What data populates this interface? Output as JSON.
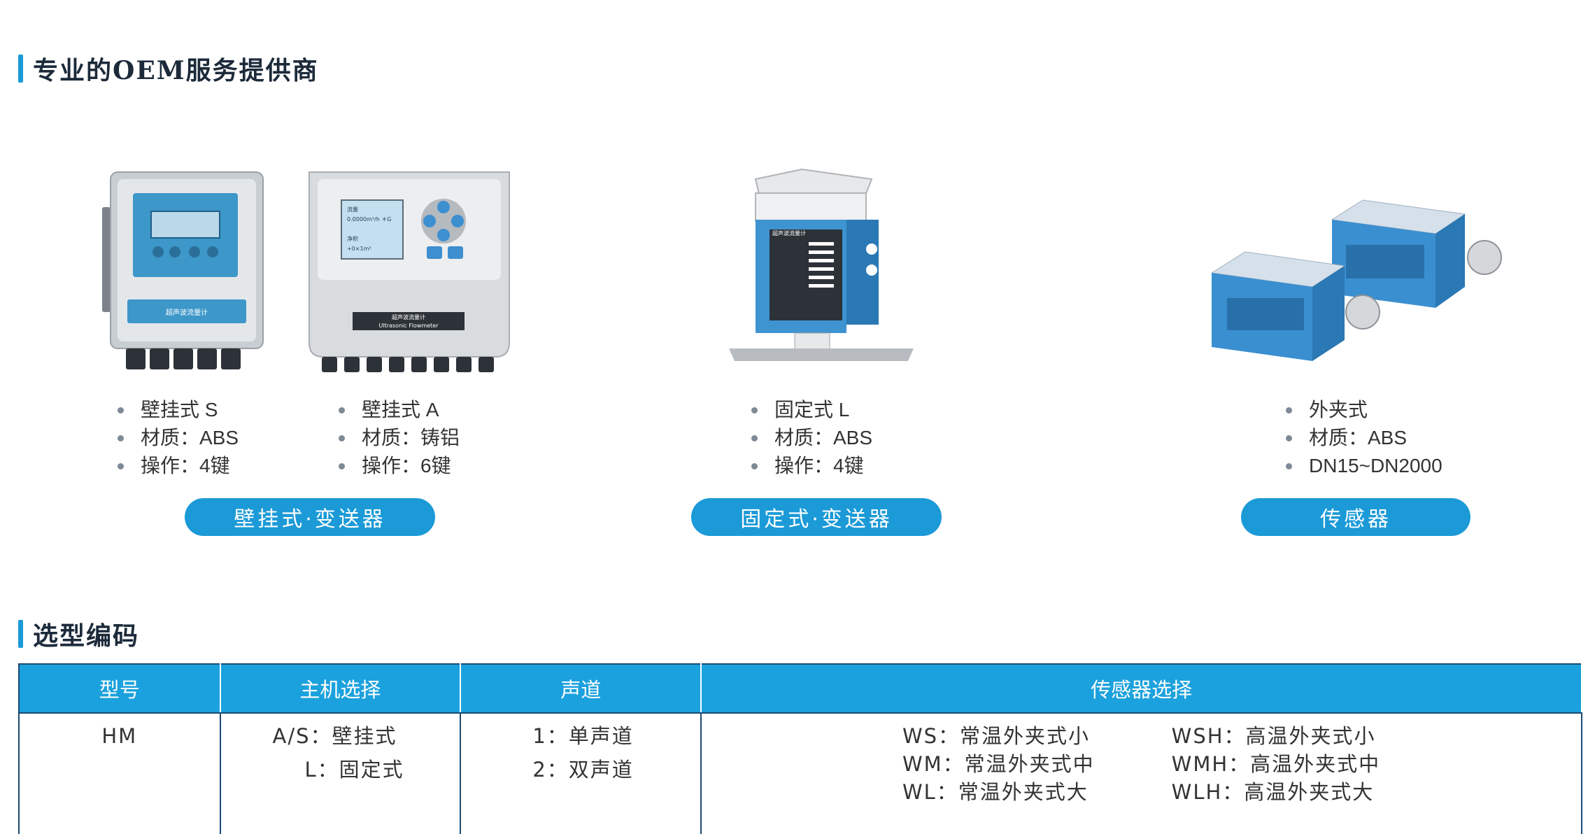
{
  "sections": {
    "oem_title": "专业的OEM服务提供商",
    "code_title": "选型编码"
  },
  "products": {
    "wall_s": {
      "specs": [
        "壁挂式 S",
        "材质：ABS",
        "操作：4键"
      ],
      "panel_label": "超声波流量计"
    },
    "wall_a": {
      "specs": [
        "壁挂式 A",
        "材质：铸铝",
        "操作：6键"
      ],
      "panel_label": "超声波流量计",
      "panel_label_en": "Ultrasonic Flowmeter",
      "lcd_line1": "流量",
      "lcd_line2": "0.0000m³/h ＊G",
      "lcd_line3": "净积",
      "lcd_line4": "+0×1m³"
    },
    "fixed_l": {
      "specs": [
        "固定式 L",
        "材质：ABS",
        "操作：4键"
      ],
      "panel_label": "超声波流量计"
    },
    "clamp": {
      "specs": [
        "外夹式",
        "材质：ABS",
        "DN15~DN2000"
      ]
    }
  },
  "pills": {
    "wall": "壁挂式·变送器",
    "fixed": "固定式·变送器",
    "sensor": "传感器"
  },
  "table": {
    "headers": [
      "型号",
      "主机选择",
      "声道",
      "传感器选择"
    ],
    "model": "HM",
    "host": [
      "A/S：壁挂式",
      "L：固定式"
    ],
    "channel": [
      "1：单声道",
      "2：双声道"
    ],
    "sensor_left": [
      "WS：常温外夹式小",
      "WM：常温外夹式中",
      "WL：常温外夹式大"
    ],
    "sensor_right": [
      "WSH：高温外夹式小",
      "WMH：高温外夹式中",
      "WLH：高温外夹式大"
    ]
  },
  "colors": {
    "accent": "#1b9ad7",
    "header": "#1ba1dd",
    "border": "#1b4a73"
  }
}
